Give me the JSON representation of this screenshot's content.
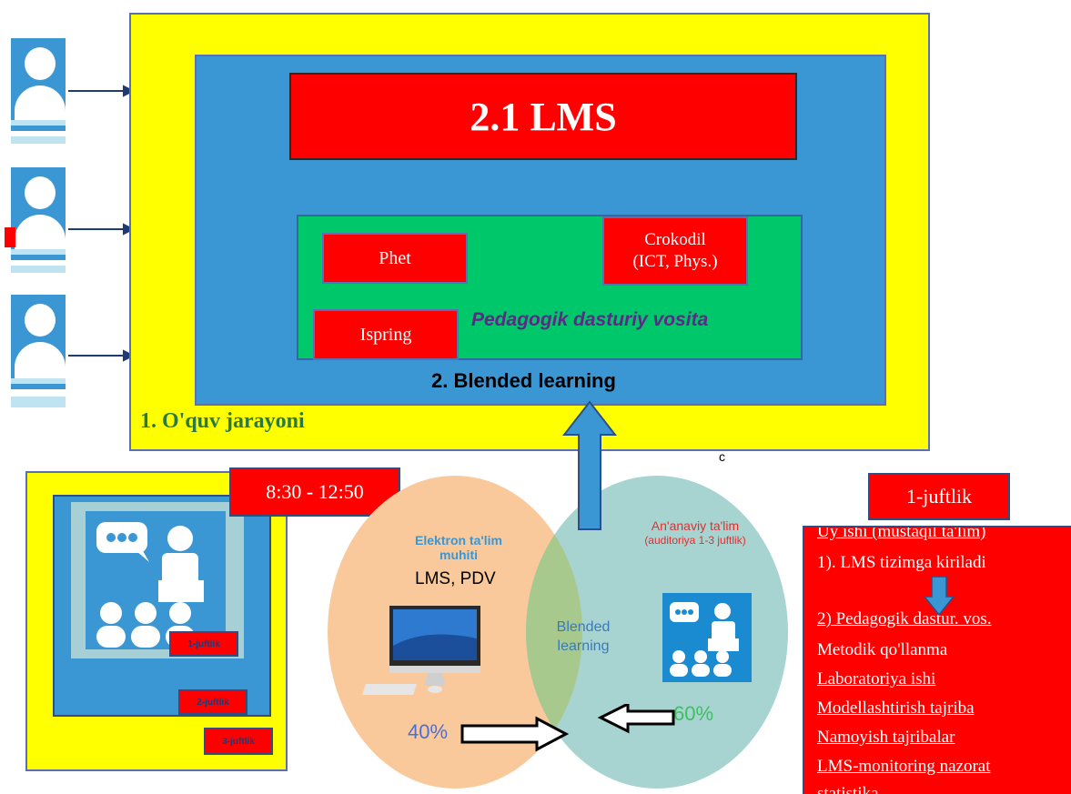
{
  "colors": {
    "yellow": "#ffff00",
    "blue": "#3a97d4",
    "green": "#00c86a",
    "red": "#ff0000",
    "orange_circle": "#f9c99b",
    "teal_circle": "#a7d3d1",
    "overlap": "#a8c98e",
    "dark_purple": "#5b2a86",
    "navy": "#1f3a75"
  },
  "outer": {
    "title": "1. O'quv jarayoni",
    "inner_label": "2. Blended learning",
    "lms_title": "2.1 LMS",
    "tools_title": "Pedagogik dasturiy vosita",
    "tools": {
      "phet": "Phet",
      "crokodil_line1": "Crokodil",
      "crokodil_line2": "(ICT, Phys.)",
      "ispring": "Ispring"
    }
  },
  "classroom": {
    "time": "8:30 - 12:50",
    "pairs": [
      "1-juftlik",
      "2-juftlik",
      "3-juftlik"
    ]
  },
  "stray_letter": "c",
  "venn": {
    "left_title_line1": "Elektron ta'lim",
    "left_title_line2": "muhiti",
    "left_subtitle": "LMS, PDV",
    "right_title": "An'anaviy ta'lim",
    "right_subtitle": "(auditoriya 1-3 juftlik)",
    "center_line1": "Blended",
    "center_line2": "learning",
    "left_percent": "40%",
    "right_percent": "60%"
  },
  "schedule": {
    "badge": "1-juftlik",
    "items": [
      "Uy ishi (mustaqil ta'lim)",
      "1). LMS tizimga kiriladi",
      "2) Pedagogik dastur. vos.",
      "Metodik qo'llanma",
      "Laboratoriya ishi",
      "Modellashtirish tajriba",
      "Namoyish tajribalar",
      "LMS-monitoring nazorat",
      "statistika"
    ]
  }
}
